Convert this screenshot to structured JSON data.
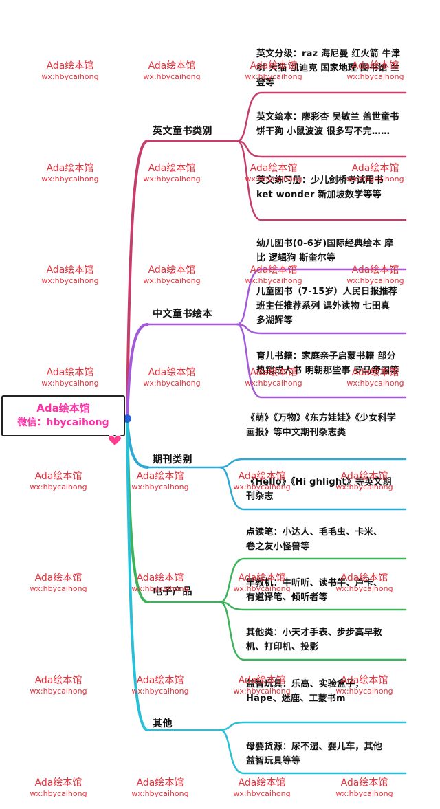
{
  "root": {
    "name": "Ada绘本馆",
    "wechat": "微信：hbycaihong"
  },
  "colors": {
    "cat0": "#c63d6a",
    "cat1": "#a45ad8",
    "cat2": "#2da9d4",
    "cat3": "#3bb35a",
    "cat4": "#28c0d8",
    "root_text": "#ff2fa8",
    "watermark": "#e8323c",
    "node": "#1f5fd6"
  },
  "categories": [
    {
      "label": "英文童书类别",
      "items": [
        "英文分级：raz 海尼曼 红火箭 牛津树 大猫 凯迪克 国家地理 图书馆 兰登等",
        "英文绘本：廖彩杏 吴敏兰 盖世童书 饼干狗 小鼠波波 很多写不完……",
        "英文练习册：少儿剑桥考试用书 ket wonder 新加坡数学等等"
      ]
    },
    {
      "label": "中文童书绘本",
      "items": [
        "幼儿图书(0-6岁)国际经典绘本 摩比 逻辑狗 斯奎尔等",
        "儿童图书（7-15岁）人民日报推荐 班主任推荐系列 课外读物 七田真 多湖辉等",
        "育儿书籍：家庭亲子启蒙书籍 部分热销成人书 明朝那些事 罗马帝国等"
      ]
    },
    {
      "label": "期刊类别",
      "items": [
        "《萌》《万物》《东方娃娃》《少女科学画报》等中文期刊杂志类",
        "《Hello》《Hi ghlight》等英文期刊杂志"
      ]
    },
    {
      "label": "电子产品",
      "items": [
        "点读笔：小达人、毛毛虫、卡米、卷之友小怪兽等",
        "早教机：牛听听、读书牛、芦卡、有道译笔、倾听者等",
        "其他类：小天才手表、步步高早教机、打印机、投影"
      ]
    },
    {
      "label": "其他",
      "items": [
        "益智玩具：乐高、实验盒子，Hape、迷鹿、工蒙书m",
        "母婴货源：尿不湿、婴儿车，其他益智玩具等等"
      ]
    }
  ],
  "watermark": {
    "name": "Ada绘本馆",
    "id": "wx:hbycaihong"
  }
}
